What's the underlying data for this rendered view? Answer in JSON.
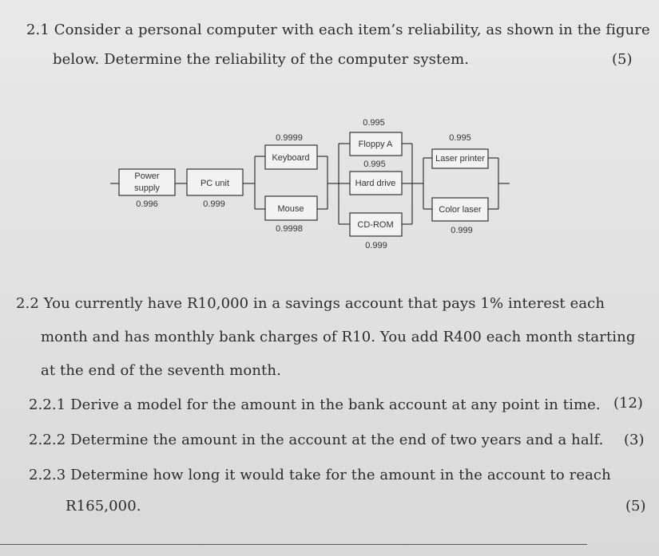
{
  "q21": {
    "line1": "2.1 Consider a personal computer with each item’s reliability, as shown in the figure",
    "line2": "below. Determine the reliability of the computer system.",
    "marks": "(5)"
  },
  "diagram": {
    "power_supply": {
      "label_line1": "Power",
      "label_line2": "supply",
      "reliability": "0.996"
    },
    "pc_unit": {
      "label": "PC unit",
      "reliability": "0.999"
    },
    "keyboard": {
      "label": "Keyboard",
      "reliability": "0.9999"
    },
    "mouse": {
      "label": "Mouse",
      "reliability": "0.9998"
    },
    "floppy": {
      "label": "Floppy A",
      "reliability": "0.995"
    },
    "hard_drive": {
      "label": "Hard drive",
      "reliability": "0.995"
    },
    "cdrom": {
      "label": "CD-ROM",
      "reliability": "0.999"
    },
    "laser_printer": {
      "label": "Laser printer",
      "reliability": "0.995"
    },
    "color_laser": {
      "label": "Color laser",
      "reliability": "0.999"
    }
  },
  "q22": {
    "line1": "2.2 You currently have R10,000 in a savings account that pays 1% interest each",
    "line2": "month and has monthly bank charges of R10. You add R400 each month starting",
    "line3": "at the end of the seventh month."
  },
  "q221": {
    "text": "2.2.1 Derive a model for the amount in the bank account at any point in time.",
    "marks": "(12)"
  },
  "q222": {
    "text": "2.2.2 Determine the amount in the account at the end of two years and a half.",
    "marks": "(3)"
  },
  "q223": {
    "line1": "2.2.3 Determine how long it would take for the amount in the account to reach",
    "line2": "R165,000.",
    "marks": "(5)"
  }
}
